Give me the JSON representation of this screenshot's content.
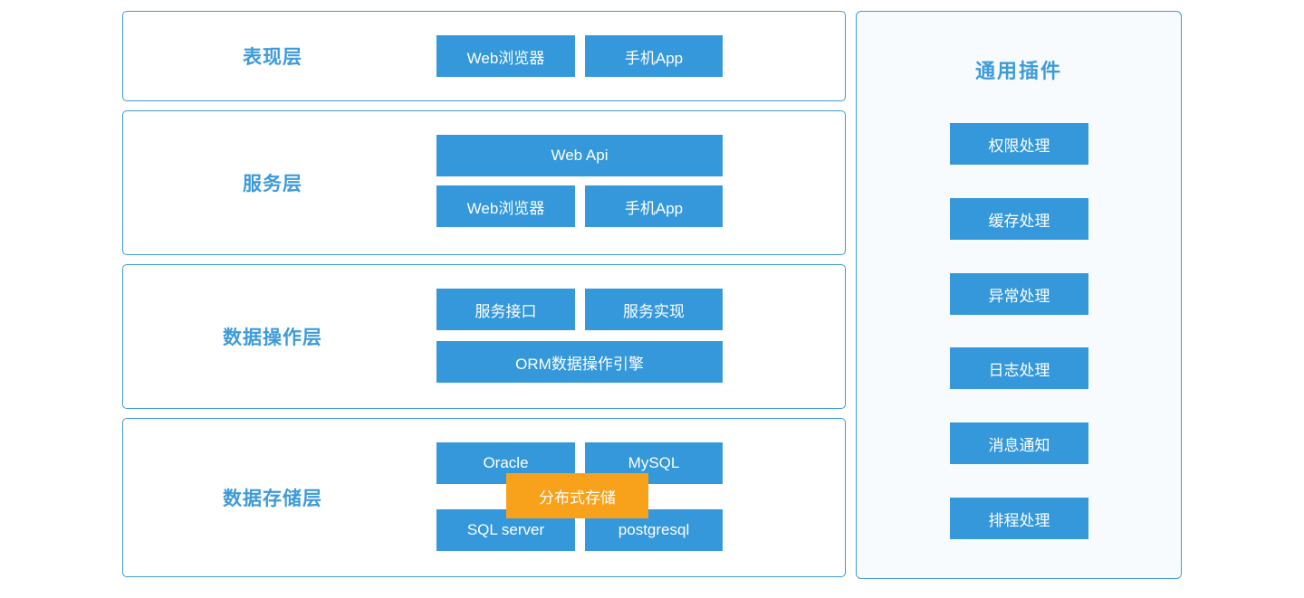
{
  "colors": {
    "box_blue": "#3498db",
    "border_blue": "#3e9bd9",
    "label_blue": "#3e9bd9",
    "overlay_orange": "#f8a21c",
    "panel_bg": "#f8fbfe",
    "box_text": "#ffffff"
  },
  "layers": [
    {
      "label": "表现层",
      "buttons": [
        "Web浏览器",
        "手机App"
      ]
    },
    {
      "label": "服务层",
      "wide": "Web Api",
      "buttons": [
        "Web浏览器",
        "手机App"
      ]
    },
    {
      "label": "数据操作层",
      "buttons": [
        "服务接口",
        "服务实现"
      ],
      "wide": "ORM数据操作引擎"
    },
    {
      "label": "数据存储层",
      "buttons": [
        "Oracle",
        "MySQL",
        "SQL server",
        "postgresql"
      ],
      "overlay": "分布式存储"
    }
  ],
  "plugins": {
    "title": "通用插件",
    "items": [
      "权限处理",
      "缓存处理",
      "异常处理",
      "日志处理",
      "消息通知",
      "排程处理"
    ]
  }
}
